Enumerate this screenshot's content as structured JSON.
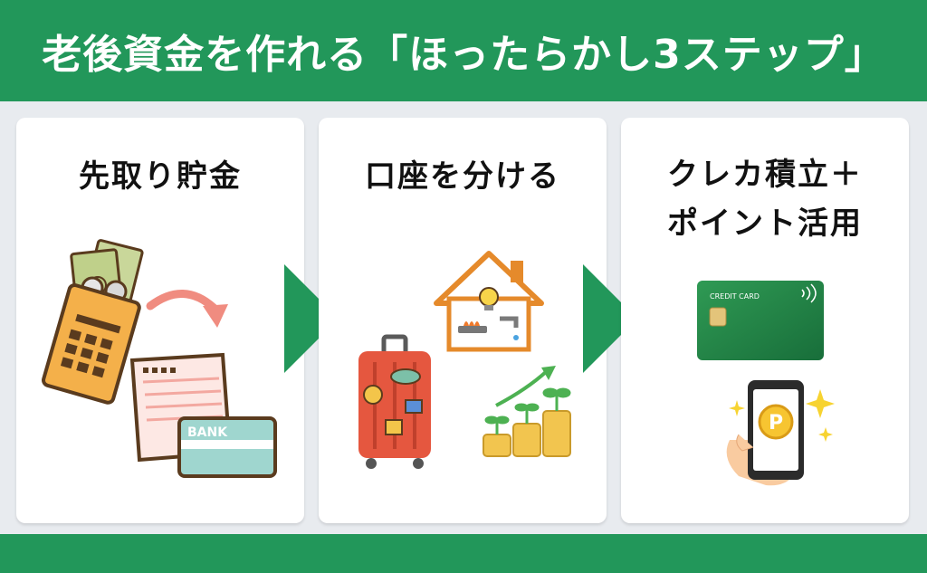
{
  "header": {
    "title": "老後資金を作れる「ほったらかし3ステップ」"
  },
  "steps": [
    {
      "title": "先取り貯金",
      "bank_label": "BANK"
    },
    {
      "title": "口座を分ける"
    },
    {
      "title_line1": "クレカ積立＋",
      "title_line2": "ポイント活用",
      "card_label": "CREDIT CARD",
      "point_symbol": "P"
    }
  ],
  "colors": {
    "brand_green": "#22975a",
    "background": "#e8ebef",
    "card": "#ffffff"
  }
}
